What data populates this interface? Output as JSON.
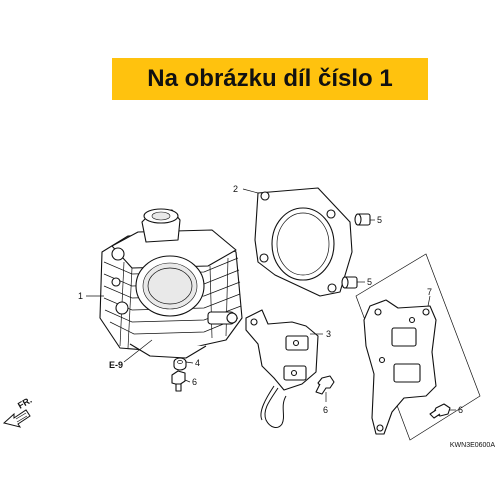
{
  "banner": {
    "text": "Na obrázku díl číslo 1",
    "background": "#FFC20E"
  },
  "callouts": {
    "c1": "1",
    "c2": "2",
    "c3": "3",
    "c4": "4",
    "c5a": "5",
    "c5b": "5",
    "c6a": "6",
    "c6b": "6",
    "c6c": "6",
    "c7": "7"
  },
  "reference": "E-9",
  "direction": "FR.",
  "diagram_code": "KWN3E0600A"
}
